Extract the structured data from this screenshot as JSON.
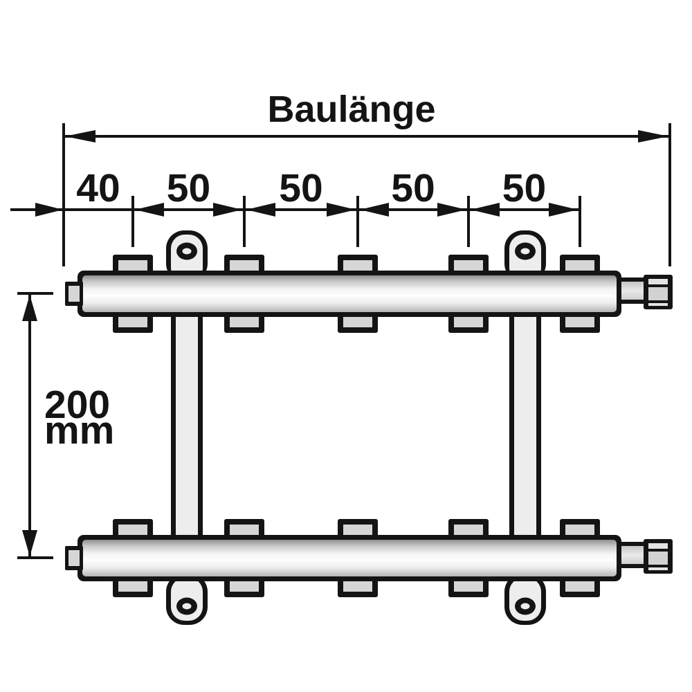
{
  "diagram": {
    "title_dimension": {
      "label": "Baulänge"
    },
    "spacing_dimensions": {
      "segments": [
        "40",
        "50",
        "50",
        "50",
        "50"
      ]
    },
    "center_distance_dimension": {
      "value": "200",
      "unit": "mm"
    },
    "manifold": {
      "pipe_count": 2,
      "ports_per_pipe_row": 5,
      "mounting_brackets": 2
    },
    "colors": {
      "outline": "#141414",
      "port_fill": "#d6d6d6",
      "bracket_fill": "#ededed",
      "nut_band_light": "#e4e4e4",
      "nut_band_mid": "#d2d2d2",
      "background": "#ffffff"
    }
  }
}
